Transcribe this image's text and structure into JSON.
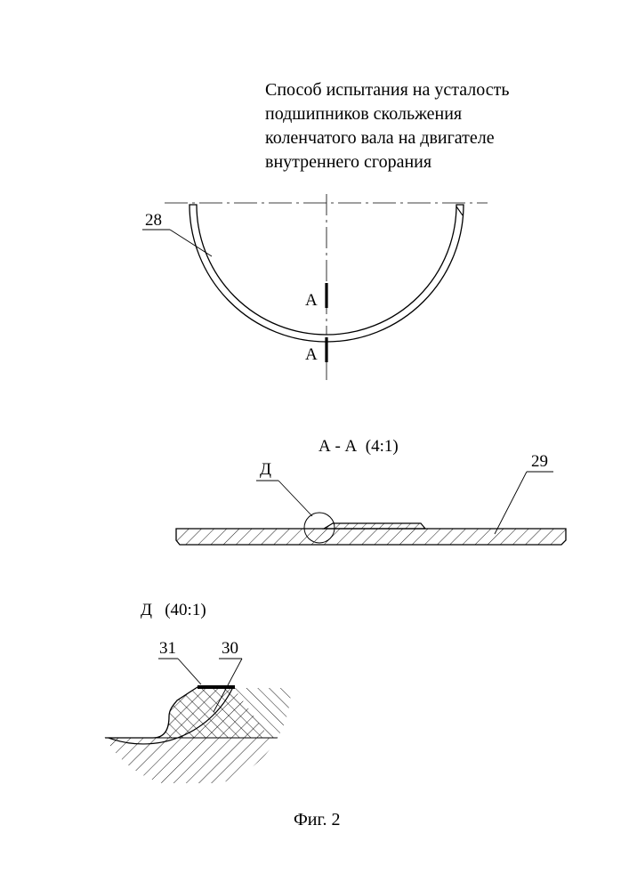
{
  "title_lines": [
    "Способ испытания на усталость",
    "подшипников скольжения",
    "коленчатого вала на двигателе",
    "внутреннего сгорания"
  ],
  "labels": {
    "part_28": "28",
    "section_mark_top": "А",
    "section_mark_bottom": "А",
    "section_title": "А - А  (4:1)",
    "detail_ref": "Д",
    "part_29": "29",
    "detail_title": "Д   (40:1)",
    "part_31": "31",
    "part_30": "30"
  },
  "figure_caption": "Фиг. 2",
  "colors": {
    "ink": "#000000",
    "paper": "#ffffff"
  }
}
